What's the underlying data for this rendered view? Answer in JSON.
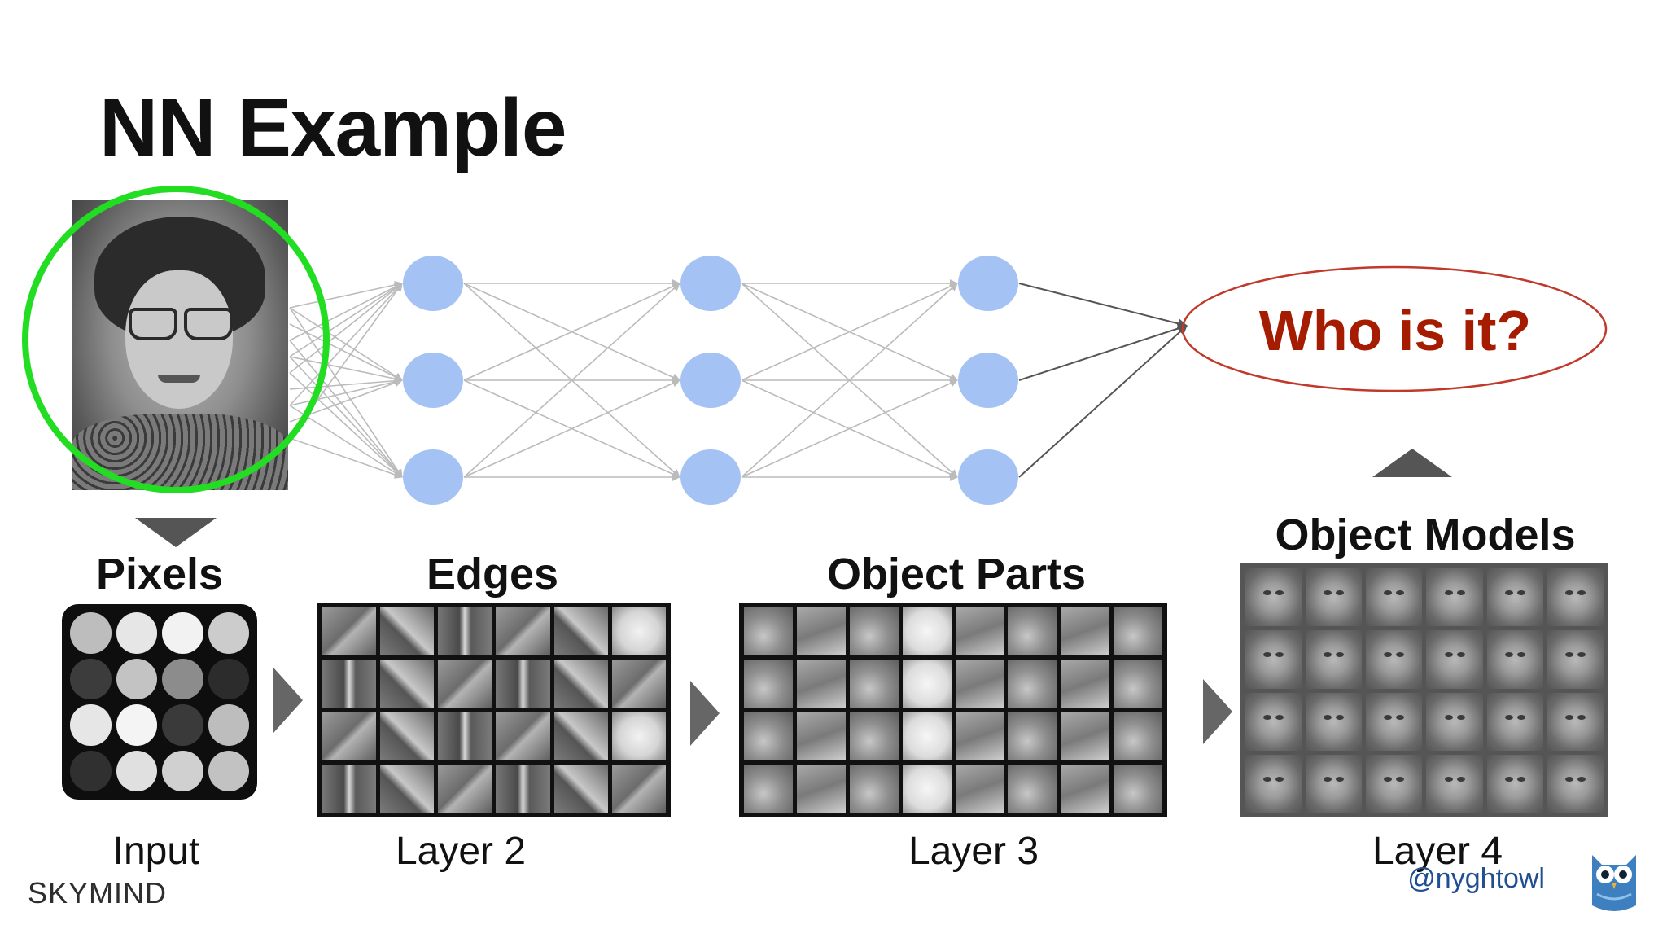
{
  "slide": {
    "title": "NN Example"
  },
  "nodes": {
    "color": "#a4c2f4"
  },
  "output_question": {
    "text": "Who is it?",
    "color": "#a61c00",
    "border_color": "#c0392b"
  },
  "stages": [
    {
      "heading": "Pixels",
      "caption": "Input"
    },
    {
      "heading": "Edges",
      "caption": "Layer 2"
    },
    {
      "heading": "Object Parts",
      "caption": "Layer 3"
    },
    {
      "heading": "Object Models",
      "caption": "Layer 4"
    }
  ],
  "highlight_color": "#22dd22",
  "pixel_grid": {
    "gray_levels": [
      [
        "#bdbdbd",
        "#e6e6e6",
        "#f2f2f2",
        "#cccccc"
      ],
      [
        "#3c3c3c",
        "#c3c3c3",
        "#8c8c8c",
        "#2c2c2c"
      ],
      [
        "#e6e6e6",
        "#f4f4f4",
        "#3a3a3a",
        "#bdbdbd"
      ],
      [
        "#303030",
        "#e0e0e0",
        "#d0d0d0",
        "#c2c2c2"
      ]
    ]
  },
  "footer": {
    "brand": "SKYMIND",
    "handle": "@nyghtowl"
  }
}
